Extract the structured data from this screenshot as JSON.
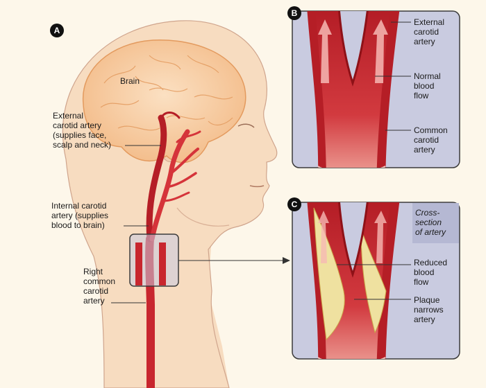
{
  "panels": {
    "a": "A",
    "b": "B",
    "c": "C"
  },
  "labels": {
    "brain": "Brain",
    "external_carotid_left": "External\ncarotid artery\n(supplies face,\nscalp and neck)",
    "internal_carotid": "Internal carotid\nartery (supplies\nblood to brain)",
    "right_common_carotid": "Right\ncommon\ncarotid\nartery",
    "external_carotid_b": "External\ncarotid\nartery",
    "normal_flow": "Normal\nblood\nflow",
    "common_carotid_b": "Common\ncarotid\nartery",
    "cross_section": "Cross-\nsection\nof artery",
    "reduced_flow": "Reduced\nblood\nflow",
    "plaque": "Plaque\nnarrows\nartery"
  },
  "colors": {
    "skin": "#f7dcc0",
    "skin_line": "#cfa48c",
    "brain": "#f6caa0",
    "brain_line": "#e39a5e",
    "artery": "#c8262e",
    "artery_dark": "#8e1117",
    "panel": "#c9cbe0",
    "panel_border": "#3a3a3a",
    "plaque": "#efe1a0",
    "background": "#fdf7ea"
  }
}
